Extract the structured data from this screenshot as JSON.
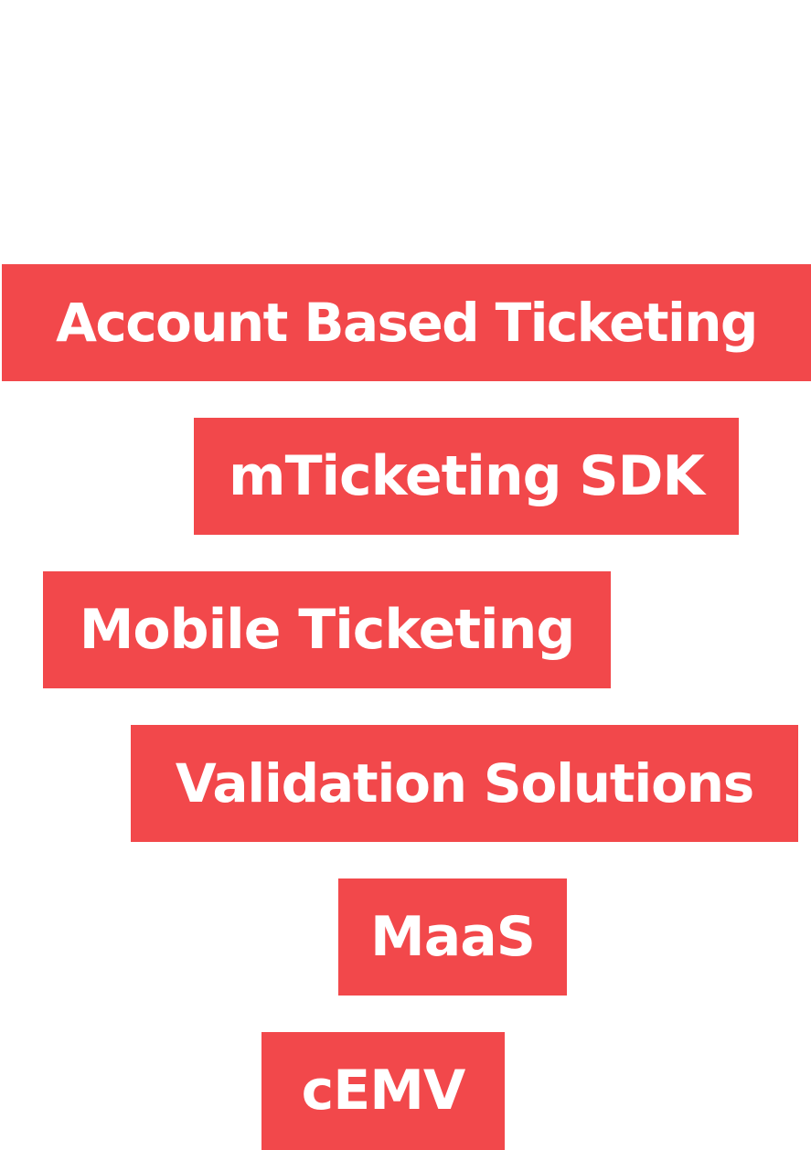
{
  "theme": {
    "tag_background": "#f2484b",
    "tag_text": "#ffffff",
    "page_background": "#ffffff"
  },
  "tags": [
    {
      "label": "Account Based Ticketing"
    },
    {
      "label": "mTicketing SDK"
    },
    {
      "label": "Mobile Ticketing"
    },
    {
      "label": "Validation Solutions"
    },
    {
      "label": "MaaS"
    },
    {
      "label": "cEMV"
    }
  ]
}
